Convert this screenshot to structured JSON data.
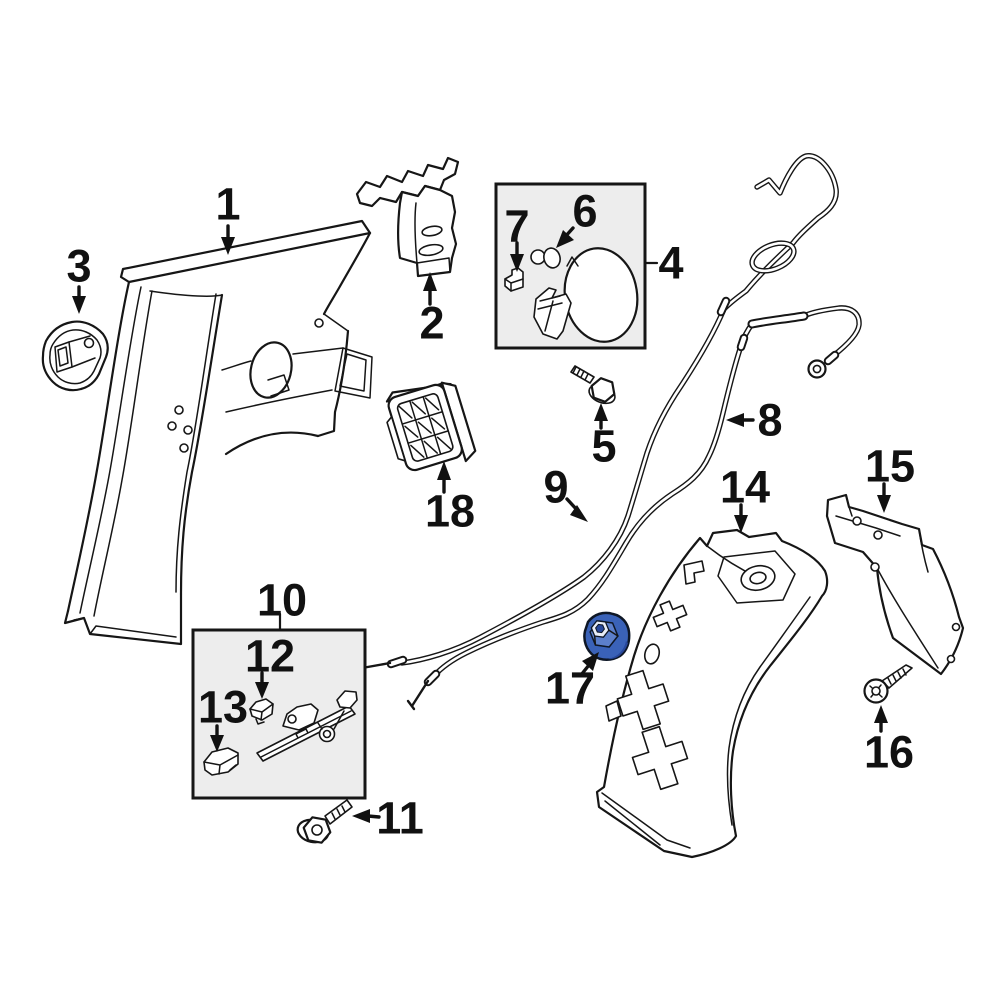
{
  "diagram": {
    "background": "#ffffff",
    "line_color": "#161616",
    "box_fill": "#ededed",
    "highlight": {
      "main": "#3a62b8",
      "light": "#5c7fcb",
      "dark": "#27479b",
      "washer": "#e9edf7"
    },
    "callouts": [
      {
        "n": "1"
      },
      {
        "n": "2"
      },
      {
        "n": "3"
      },
      {
        "n": "4"
      },
      {
        "n": "5"
      },
      {
        "n": "6"
      },
      {
        "n": "7"
      },
      {
        "n": "8"
      },
      {
        "n": "9"
      },
      {
        "n": "10"
      },
      {
        "n": "11"
      },
      {
        "n": "12"
      },
      {
        "n": "13"
      },
      {
        "n": "14"
      },
      {
        "n": "15"
      },
      {
        "n": "16"
      },
      {
        "n": "17"
      },
      {
        "n": "18"
      }
    ]
  }
}
